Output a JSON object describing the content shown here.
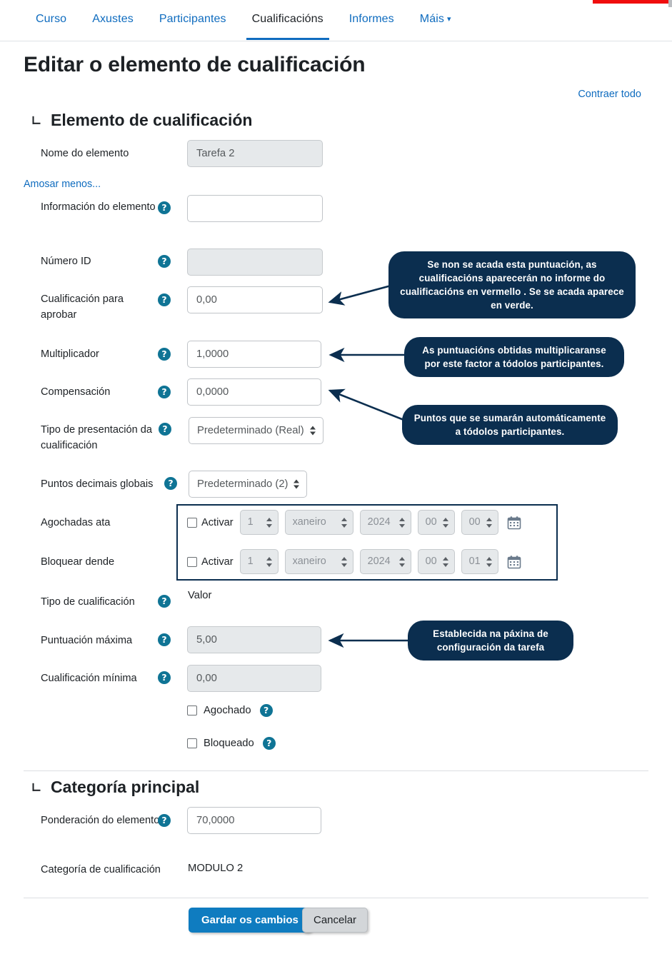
{
  "topbar": {
    "red_accent_color": "#f00d0d"
  },
  "nav": {
    "items": [
      {
        "label": "Curso",
        "active": false
      },
      {
        "label": "Axustes",
        "active": false
      },
      {
        "label": "Participantes",
        "active": false
      },
      {
        "label": "Cualificacións",
        "active": true
      },
      {
        "label": "Informes",
        "active": false
      },
      {
        "label": "Máis",
        "active": false,
        "caret": "⌄"
      }
    ]
  },
  "page": {
    "title": "Editar o elemento de cualificación",
    "collapse_all": "Contraer todo",
    "show_less": "Amosar menos..."
  },
  "sections": {
    "grade_item": {
      "title": "Elemento de cualificación"
    },
    "main_category": {
      "title": "Categoría principal"
    }
  },
  "fields": {
    "item_name": {
      "label": "Nome do elemento",
      "value": "Tarefa 2"
    },
    "item_info": {
      "label": "Información do elemento",
      "value": ""
    },
    "id_number": {
      "label": "Número ID",
      "value": ""
    },
    "grade_to_pass": {
      "label": "Cualificación para aprobar",
      "value": "0,00"
    },
    "multiplier": {
      "label": "Multiplicador",
      "value": "1,0000"
    },
    "offset": {
      "label": "Compensación",
      "value": "0,0000"
    },
    "display_type": {
      "label": "Tipo de presentación da cualificación",
      "value": "Predeterminado (Real)"
    },
    "decimal_points": {
      "label": "Puntos decimais globais",
      "value": "Predeterminado (2)"
    },
    "hidden_until": {
      "label": "Agochadas ata"
    },
    "locked_after": {
      "label": "Bloquear dende"
    },
    "grade_type": {
      "label": "Tipo de cualificación",
      "value": "Valor"
    },
    "max_grade": {
      "label": "Puntuación máxima",
      "value": "5,00"
    },
    "min_grade": {
      "label": "Cualificación mínima",
      "value": "0,00"
    },
    "hidden": {
      "label": "Agochado"
    },
    "locked": {
      "label": "Bloqueado"
    },
    "item_weight": {
      "label": "Ponderación do elemento",
      "value": "70,0000"
    },
    "grade_category": {
      "label": "Categoría de cualificación",
      "value": "MODULO 2"
    }
  },
  "date_selectors": {
    "enable_label": "Activar",
    "hidden_until": {
      "day": "1",
      "month": "xaneiro",
      "year": "2024",
      "hour": "00",
      "minute": "00"
    },
    "locked_after": {
      "day": "1",
      "month": "xaneiro",
      "year": "2024",
      "hour": "00",
      "minute": "01"
    }
  },
  "buttons": {
    "save": "Gardar os cambios",
    "cancel": "Cancelar"
  },
  "callouts": [
    {
      "id": "grade-to-pass",
      "text": "Se non se acada esta puntuación, as cualificacións aparecerán no informe do cualificacións en vermello . Se se acada aparece en verde."
    },
    {
      "id": "multiplier",
      "text": "As puntuacións obtidas multiplicaranse por este factor a tódolos participantes."
    },
    {
      "id": "offset",
      "text": "Puntos que se sumarán automáticamente a tódolos participantes."
    },
    {
      "id": "max-grade",
      "text": "Establecida na páxina de configuración da tarefa"
    }
  ],
  "colors": {
    "link": "#0f6cbf",
    "callout_bg": "#0b2e4f",
    "help_icon": "#0f7495",
    "primary_button": "#0f7cc0"
  },
  "icons": {
    "help": "?",
    "calendar": "calendar-icon"
  }
}
